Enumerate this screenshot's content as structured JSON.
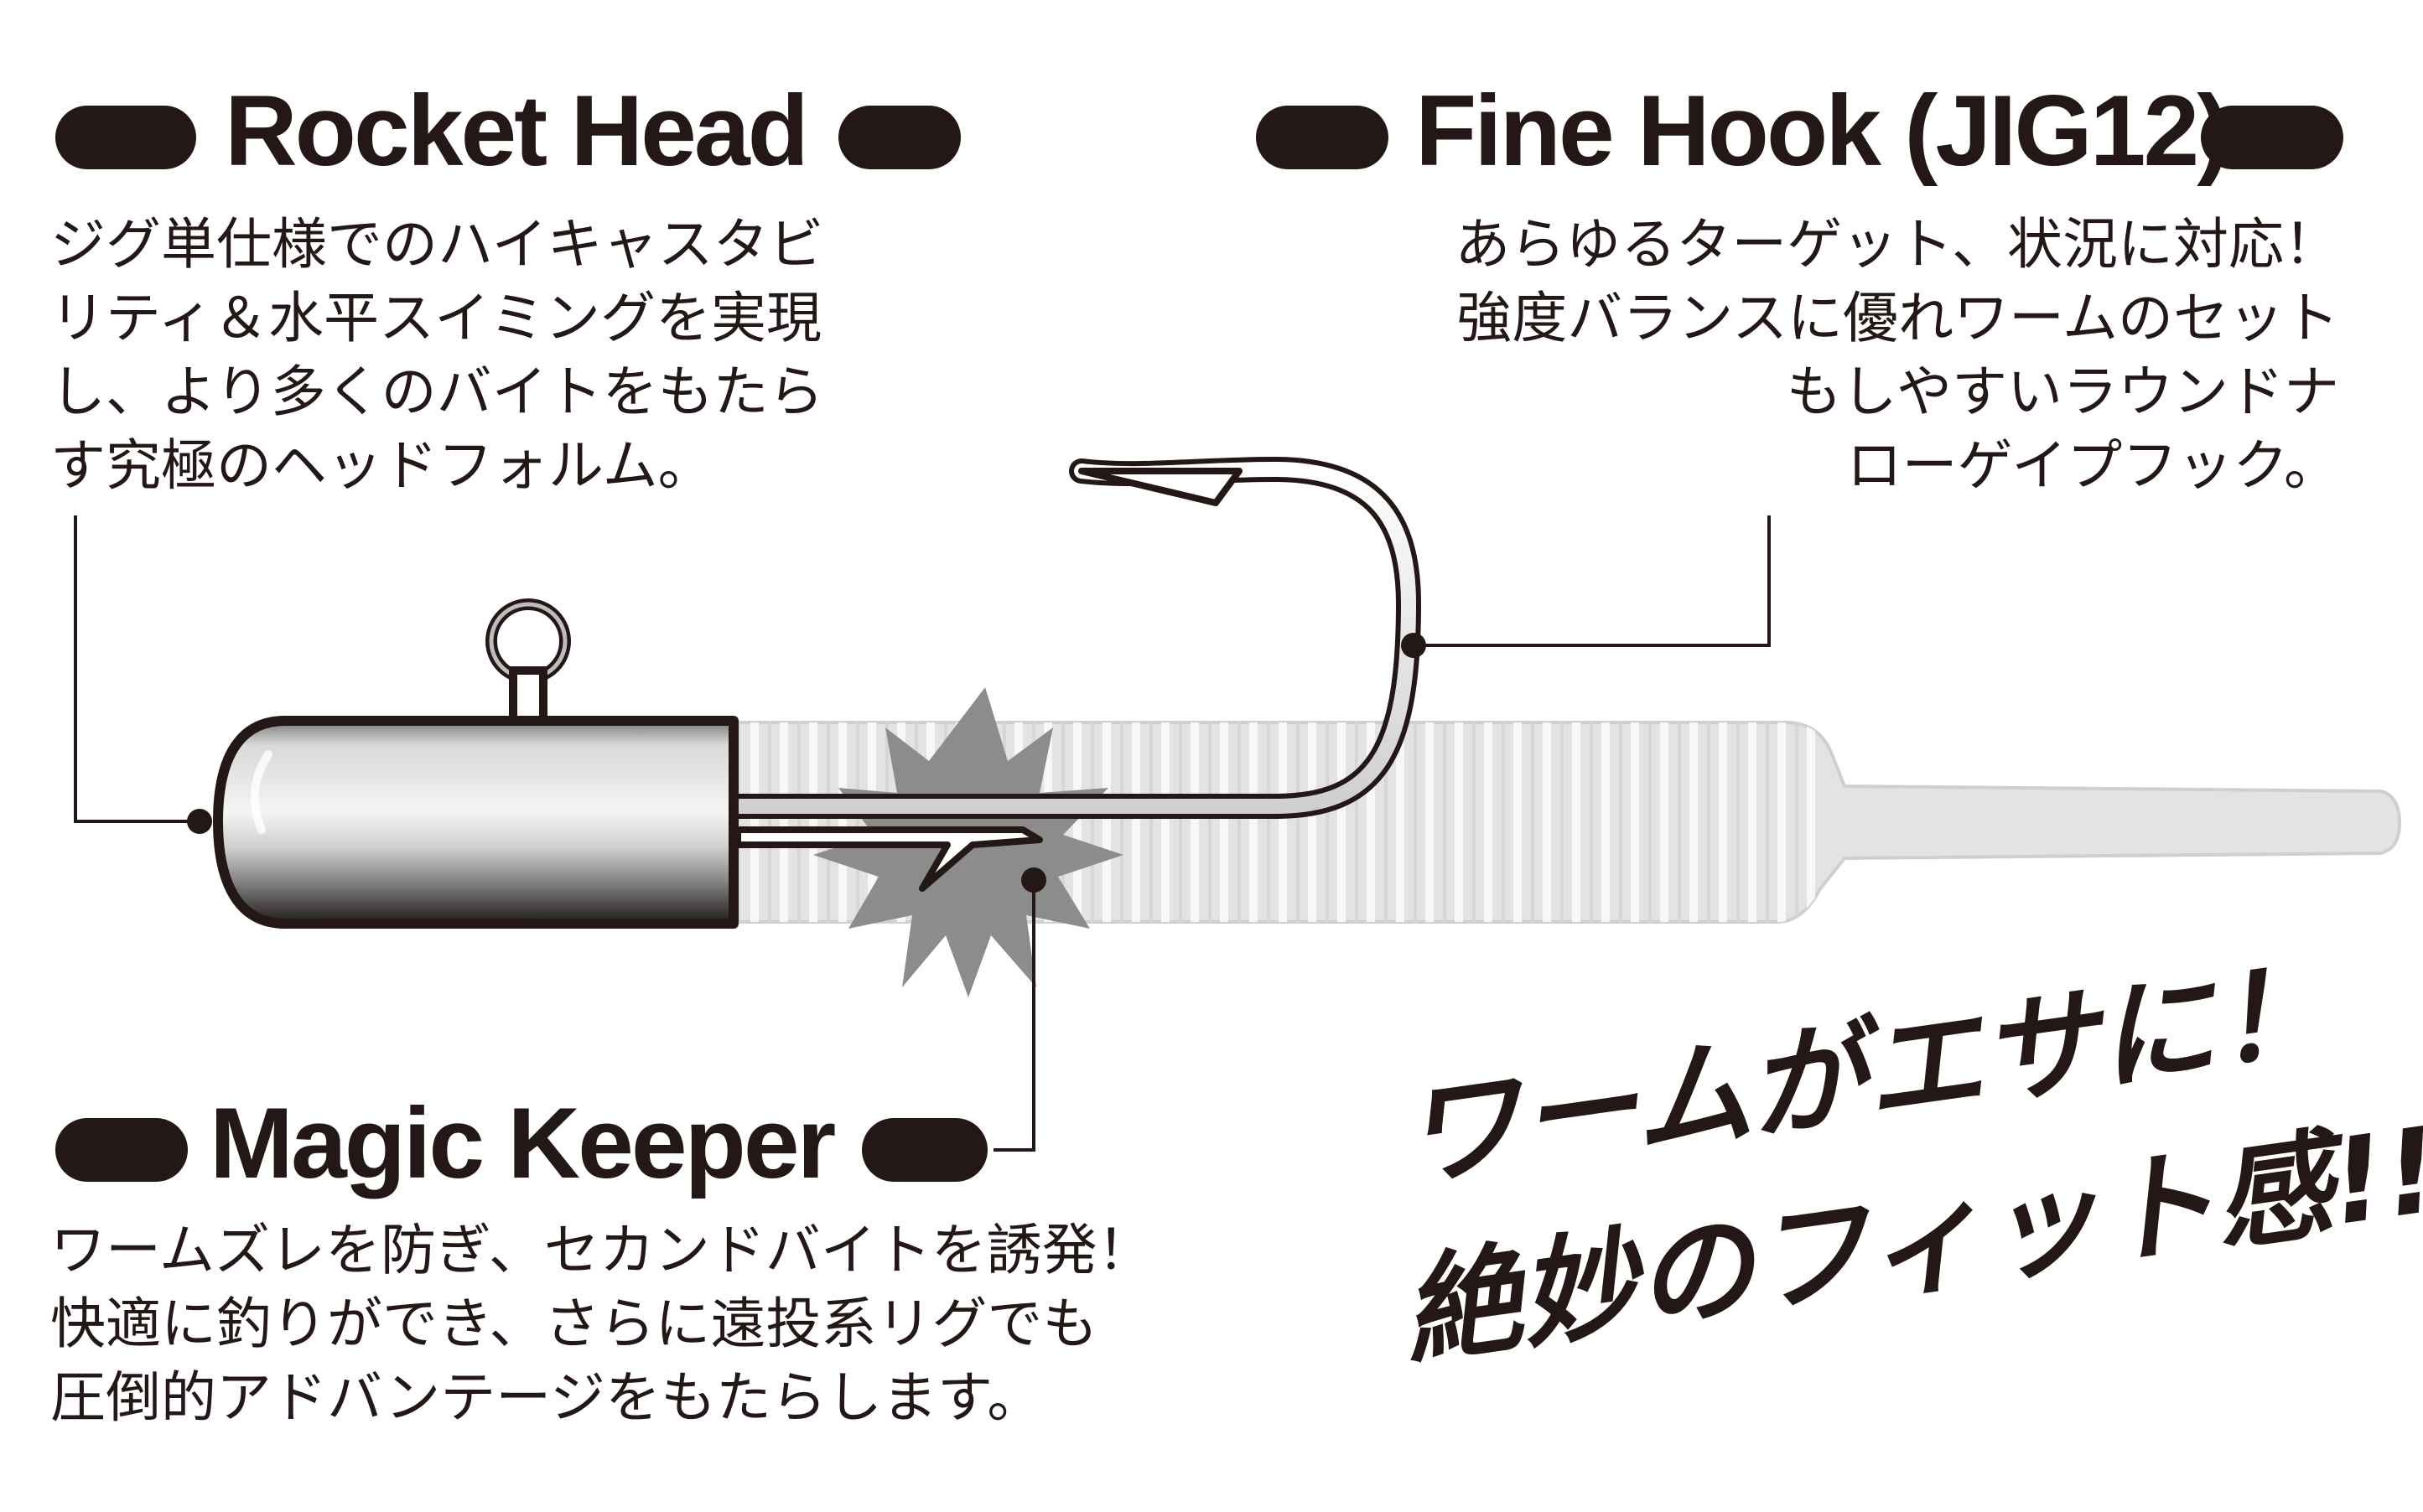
{
  "features": {
    "rocket_head": {
      "title": "Rocket Head",
      "lines": [
        "ジグ単仕様でのハイキャスタビ",
        "リティ＆水平スイミングを実現",
        "し、より多くのバイトをもたら",
        "す究極のヘッドフォルム。"
      ]
    },
    "fine_hook": {
      "title": "Fine Hook (JIG12)",
      "lines": [
        "あらゆるターゲット、状況に対応！",
        "強度バランスに優れワームのセット",
        "もしやすいラウンドナ",
        "ローゲイプフック。"
      ]
    },
    "magic_keeper": {
      "title": "Magic Keeper",
      "lines": [
        "ワームズレを防ぎ、セカンドバイトを誘発！",
        "快適に釣りができ、さらに遠投系リグでも",
        "圧倒的アドバンテージをもたらします。"
      ]
    }
  },
  "catchphrase": {
    "line1": "ワームがエサに！",
    "line2": "絶妙のフィット感!!"
  },
  "colors": {
    "ink": "#231815",
    "worm": "#e3e3e3",
    "starburst": "#8c8c8c"
  }
}
